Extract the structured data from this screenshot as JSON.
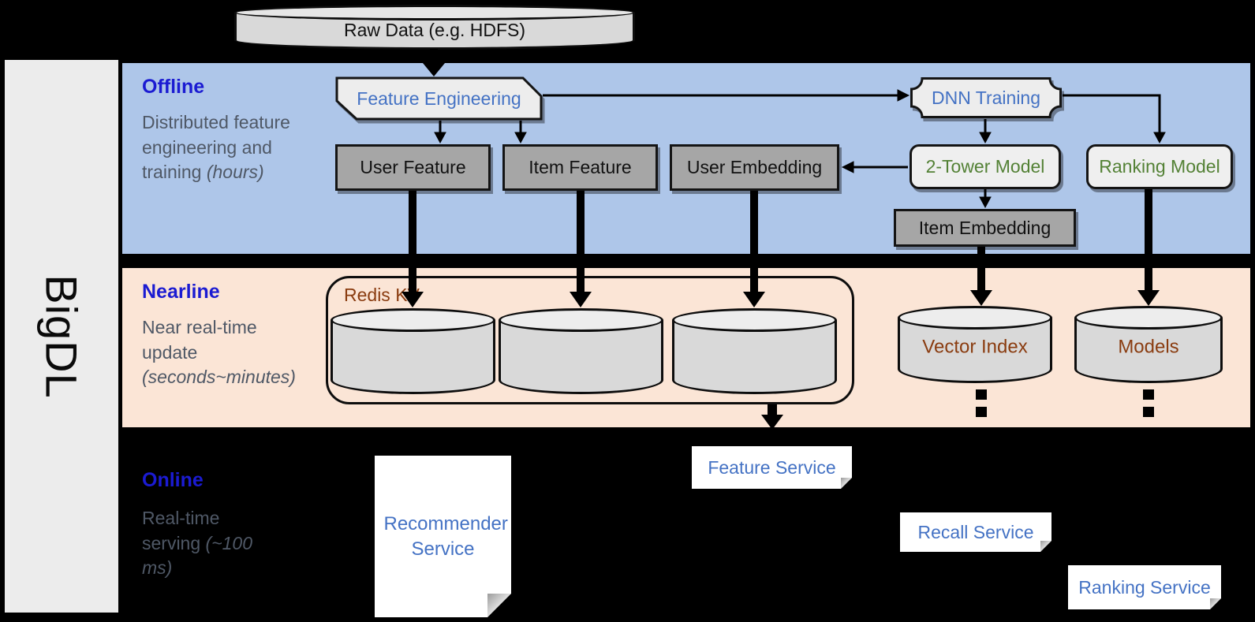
{
  "app": {
    "title": "BigDL recommendation pipeline diagram"
  },
  "sidebar": {
    "label": "BigDL"
  },
  "colors": {
    "canvas": "#000000",
    "offline_band": "#aec6e9",
    "nearline_band": "#fbe5d6",
    "sidebar_bg": "#ececec",
    "gray_node": "#a6a6a6",
    "light_node": "#efefef",
    "section_title_blue": "#1b1bd2",
    "section_body_gray": "#4f5866",
    "node_text_blue": "#4472c4",
    "node_text_green": "#538135",
    "storage_text_brown": "#8a3c10"
  },
  "sections": {
    "offline": {
      "title": "Offline",
      "body": "Distributed feature engineering and training ",
      "body_italic": "(hours)"
    },
    "nearline": {
      "title": "Nearline",
      "body": "Near real-time update ",
      "body_italic": "(seconds~minutes)"
    },
    "online": {
      "title": "Online",
      "body": "Real-time serving ",
      "body_italic": "(~100 ms)"
    }
  },
  "nodes": {
    "raw_data": "Raw Data (e.g. HDFS)",
    "feature_engineering": "Feature Engineering",
    "dnn_training": "DNN Training",
    "user_feature": "User Feature",
    "item_feature": "Item Feature",
    "user_embedding": "User Embedding",
    "two_tower_model": "2-Tower Model",
    "ranking_model": "Ranking Model",
    "item_embedding": "Item Embedding",
    "redis_kv": "Redis KV",
    "vector_index": "Vector Index",
    "models": "Models",
    "recommender_service": "Recommender Service",
    "feature_service": "Feature Service",
    "recall_service": "Recall Service",
    "ranking_service": "Ranking Service"
  }
}
